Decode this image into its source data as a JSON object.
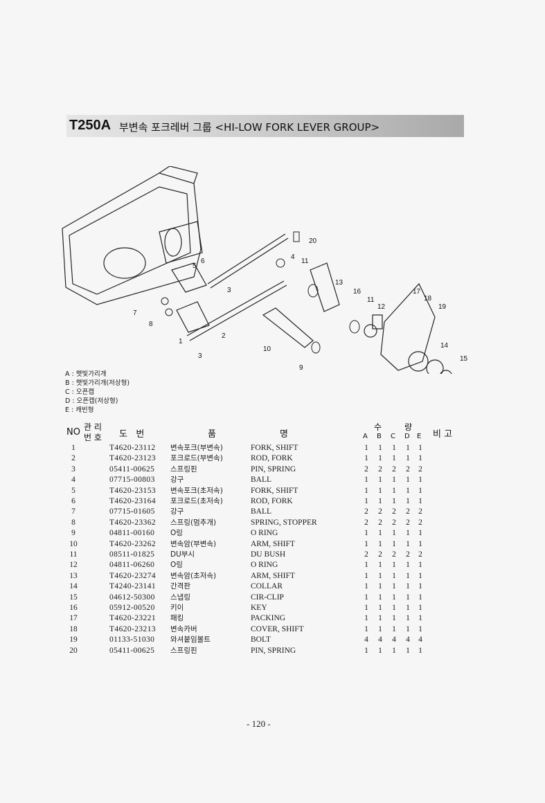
{
  "header": {
    "model": "T250A",
    "title": "부변속 포크레버 그룹 <HI-LOW FORK LEVER GROUP>"
  },
  "diagram": {
    "callouts": [
      "1",
      "2",
      "3",
      "3",
      "4",
      "5",
      "6",
      "7",
      "8",
      "9",
      "10",
      "11",
      "11",
      "12",
      "13",
      "14",
      "15",
      "16",
      "17",
      "18",
      "19",
      "20"
    ]
  },
  "legend": [
    "A : 햇빛가리개",
    "B : 햇빛가리개(저상형)",
    "C : 오픈캡",
    "D : 오픈캡(저상형)",
    "E : 캐빈형"
  ],
  "table": {
    "headers": {
      "no": "NO",
      "mgmt_top": "관 리",
      "mgmt_bottom": "번 호",
      "code": "도   번",
      "name_a": "품",
      "name_b": "명",
      "qty_a": "수",
      "qty_b": "량",
      "qty_cols": [
        "A",
        "B",
        "C",
        "D",
        "E"
      ],
      "remarks": "비 고"
    },
    "rows": [
      {
        "no": "1",
        "code": "T4620-23112",
        "kr": "변속포크(부변속)",
        "en": "FORK, SHIFT",
        "qty": [
          "1",
          "1",
          "1",
          "1",
          "1"
        ]
      },
      {
        "no": "2",
        "code": "T4620-23123",
        "kr": "포크로드(부변속)",
        "en": "ROD, FORK",
        "qty": [
          "1",
          "1",
          "1",
          "1",
          "1"
        ]
      },
      {
        "no": "3",
        "code": "05411-00625",
        "kr": "스프링핀",
        "en": "PIN, SPRING",
        "qty": [
          "2",
          "2",
          "2",
          "2",
          "2"
        ]
      },
      {
        "no": "4",
        "code": "07715-00803",
        "kr": "강구",
        "en": "BALL",
        "qty": [
          "1",
          "1",
          "1",
          "1",
          "1"
        ]
      },
      {
        "no": "5",
        "code": "T4620-23153",
        "kr": "변속포크(초저속)",
        "en": "FORK, SHIFT",
        "qty": [
          "1",
          "1",
          "1",
          "1",
          "1"
        ]
      },
      {
        "no": "6",
        "code": "T4620-23164",
        "kr": "포크로드(초저속)",
        "en": "ROD, FORK",
        "qty": [
          "1",
          "1",
          "1",
          "1",
          "1"
        ]
      },
      {
        "no": "7",
        "code": "07715-01605",
        "kr": "강구",
        "en": "BALL",
        "qty": [
          "2",
          "2",
          "2",
          "2",
          "2"
        ]
      },
      {
        "no": "8",
        "code": "T4620-23362",
        "kr": "스프링(멈추개)",
        "en": "SPRING, STOPPER",
        "qty": [
          "2",
          "2",
          "2",
          "2",
          "2"
        ]
      },
      {
        "no": "9",
        "code": "04811-00160",
        "kr": "O링",
        "en": "O RING",
        "qty": [
          "1",
          "1",
          "1",
          "1",
          "1"
        ]
      },
      {
        "no": "10",
        "code": "T4620-23262",
        "kr": "변속암(부변속)",
        "en": "ARM, SHIFT",
        "qty": [
          "1",
          "1",
          "1",
          "1",
          "1"
        ]
      },
      {
        "no": "11",
        "code": "08511-01825",
        "kr": "DU부시",
        "en": "DU BUSH",
        "qty": [
          "2",
          "2",
          "2",
          "2",
          "2"
        ]
      },
      {
        "no": "12",
        "code": "04811-06260",
        "kr": "O링",
        "en": "O RING",
        "qty": [
          "1",
          "1",
          "1",
          "1",
          "1"
        ]
      },
      {
        "no": "13",
        "code": "T4620-23274",
        "kr": "변속암(초저속)",
        "en": "ARM, SHIFT",
        "qty": [
          "1",
          "1",
          "1",
          "1",
          "1"
        ]
      },
      {
        "no": "14",
        "code": "T4240-23141",
        "kr": "간격판",
        "en": "COLLAR",
        "qty": [
          "1",
          "1",
          "1",
          "1",
          "1"
        ]
      },
      {
        "no": "15",
        "code": "04612-50300",
        "kr": "스냅링",
        "en": "CIR-CLIP",
        "qty": [
          "1",
          "1",
          "1",
          "1",
          "1"
        ]
      },
      {
        "no": "16",
        "code": "05912-00520",
        "kr": "키이",
        "en": "KEY",
        "qty": [
          "1",
          "1",
          "1",
          "1",
          "1"
        ]
      },
      {
        "no": "17",
        "code": "T4620-23221",
        "kr": "패킹",
        "en": "PACKING",
        "qty": [
          "1",
          "1",
          "1",
          "1",
          "1"
        ]
      },
      {
        "no": "18",
        "code": "T4620-23213",
        "kr": "변속카버",
        "en": "COVER, SHIFT",
        "qty": [
          "1",
          "1",
          "1",
          "1",
          "1"
        ]
      },
      {
        "no": "19",
        "code": "01133-51030",
        "kr": "와셔붙임볼트",
        "en": "BOLT",
        "qty": [
          "4",
          "4",
          "4",
          "4",
          "4"
        ]
      },
      {
        "no": "20",
        "code": "05411-00625",
        "kr": "스프링핀",
        "en": "PIN, SPRING",
        "qty": [
          "1",
          "1",
          "1",
          "1",
          "1"
        ]
      }
    ]
  },
  "footer": {
    "page": "- 120 -"
  }
}
